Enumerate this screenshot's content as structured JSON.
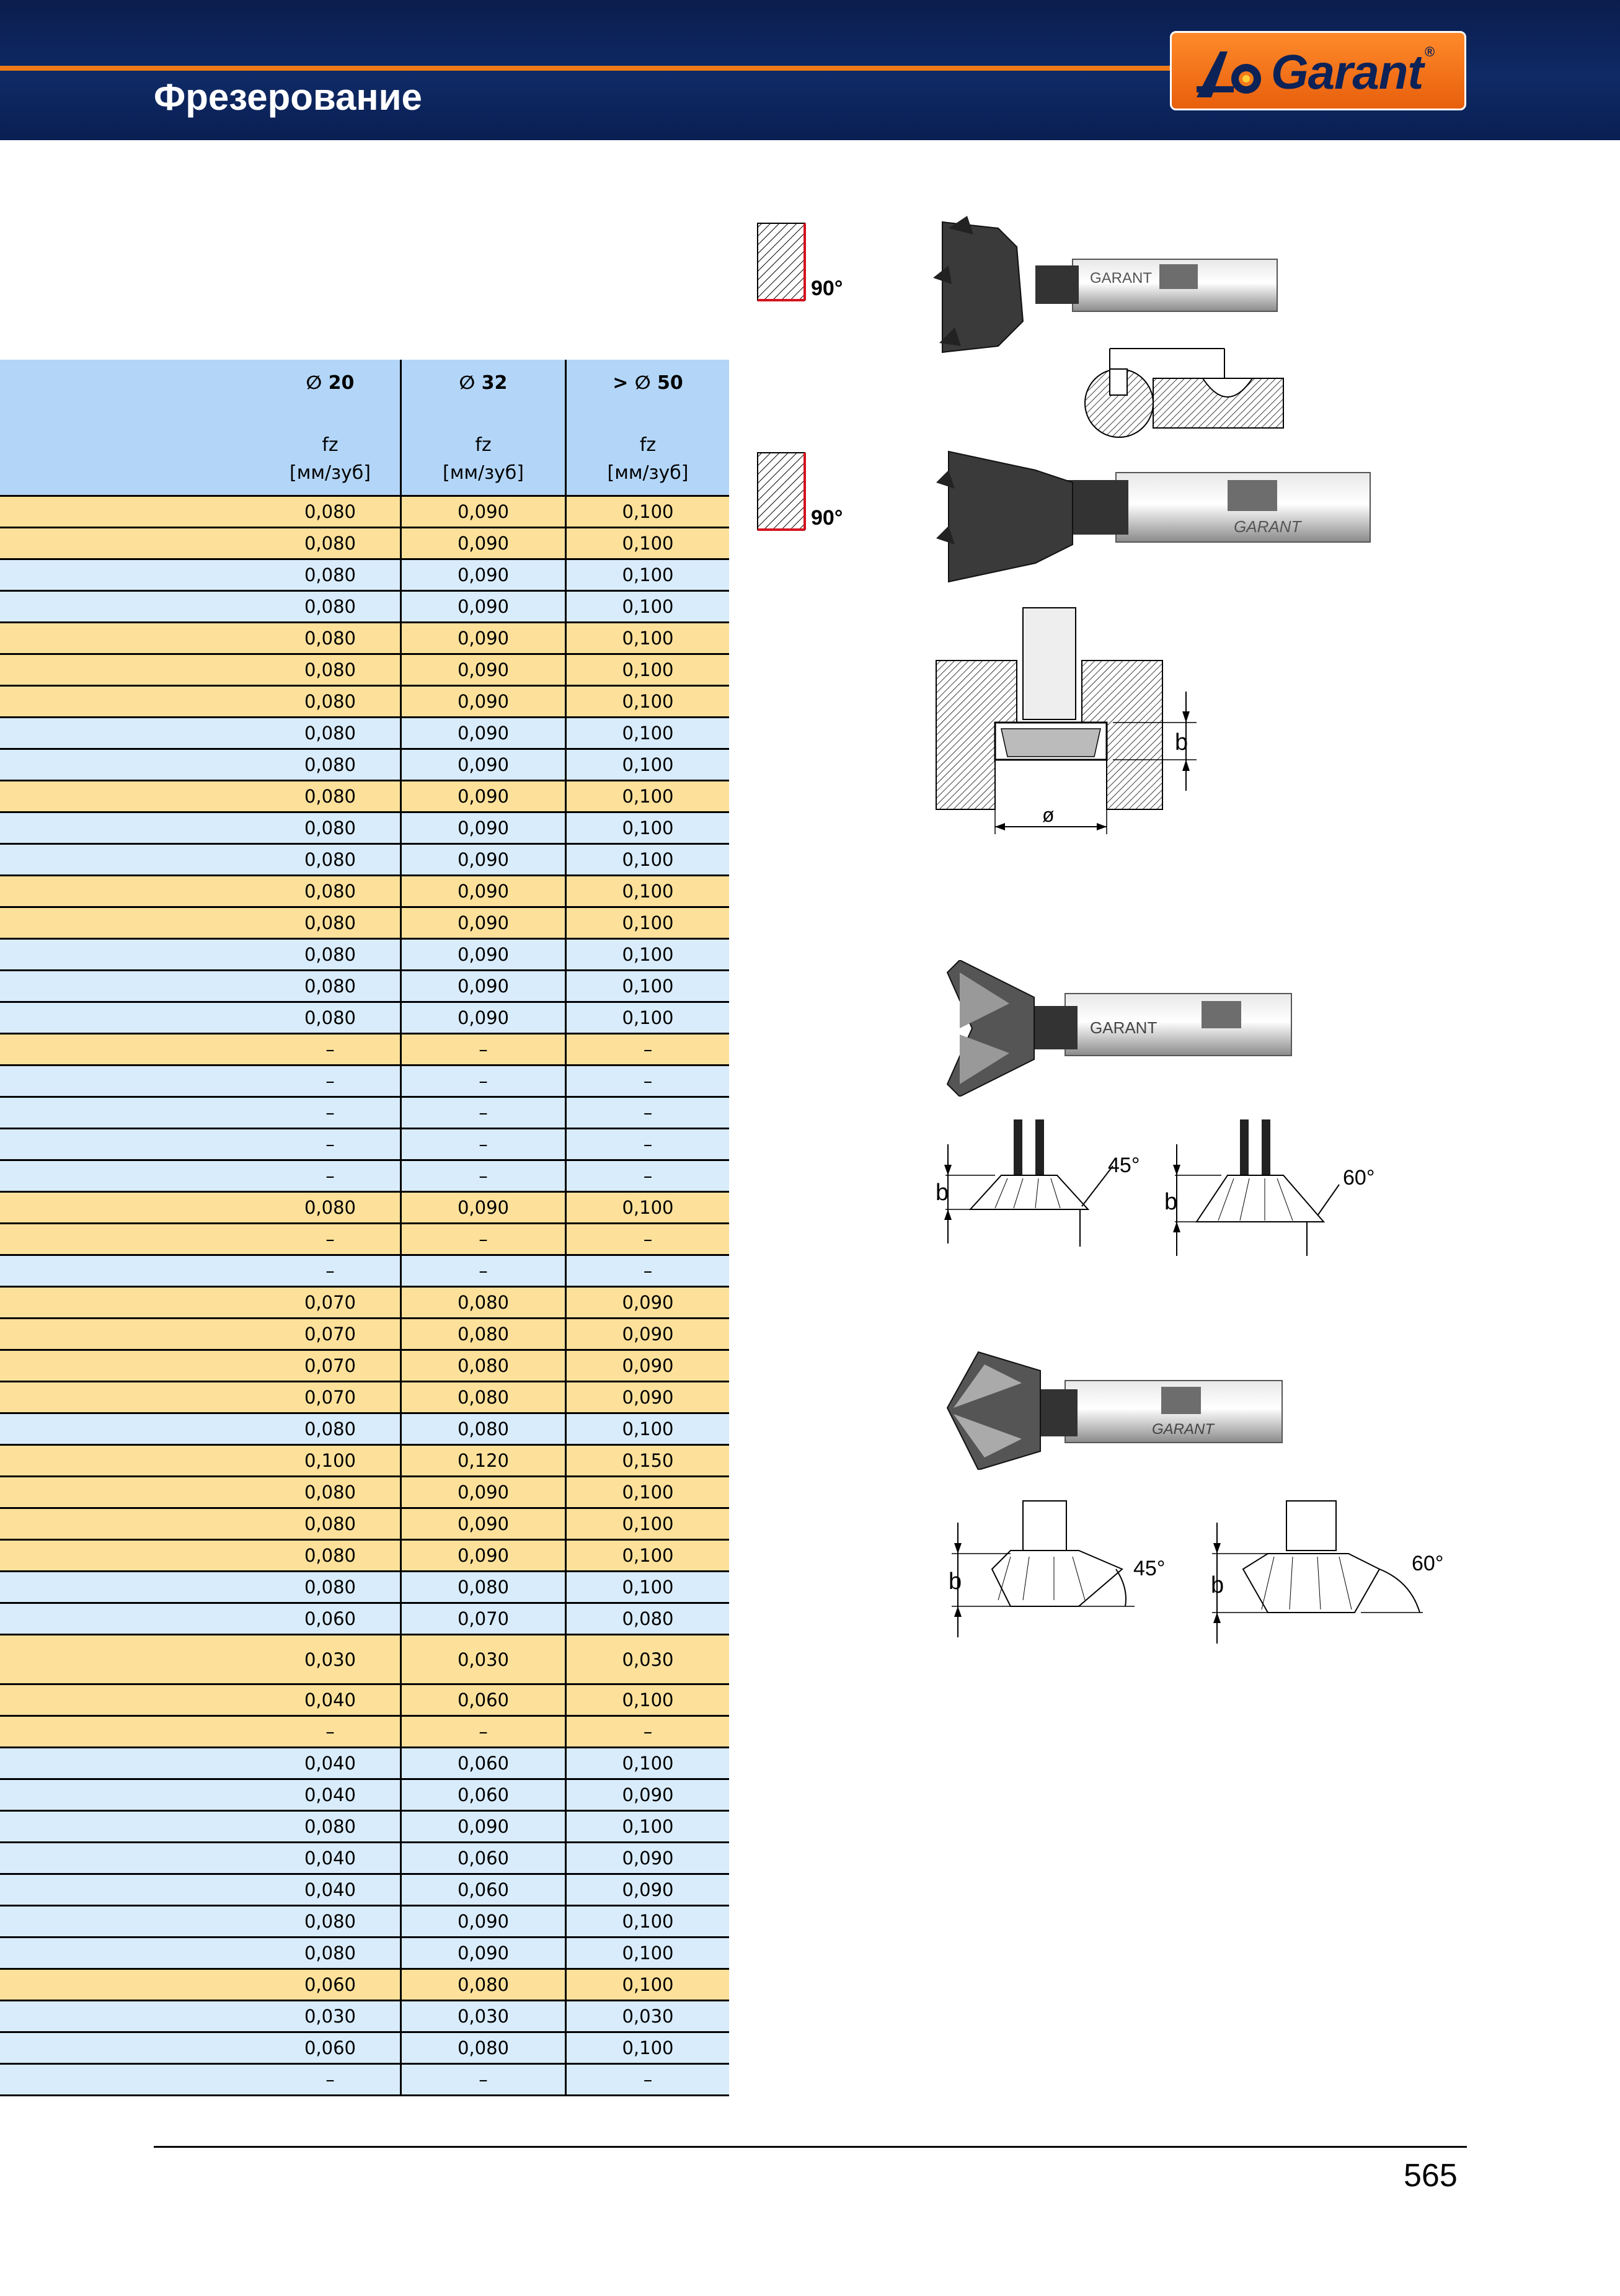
{
  "header": {
    "title": "Фрезерование",
    "brand": "Garant",
    "reg": "®"
  },
  "colors": {
    "header_bg": "#0f2a66",
    "accent": "#f07a1a",
    "row_yellow": "#fde19a",
    "row_blue": "#d9ecfc",
    "head_blue": "#b3d6f8"
  },
  "table": {
    "columns": [
      {
        "diameter": "∅ 20",
        "fz": "fz",
        "unit": "[мм/зуб]"
      },
      {
        "diameter": "∅ 32",
        "fz": "fz",
        "unit": "[мм/зуб]"
      },
      {
        "diameter": "> ∅ 50",
        "fz": "fz",
        "unit": "[мм/зуб]"
      }
    ],
    "rows": [
      {
        "c": "y",
        "v": [
          "0,080",
          "0,090",
          "0,100"
        ]
      },
      {
        "c": "y",
        "v": [
          "0,080",
          "0,090",
          "0,100"
        ]
      },
      {
        "c": "b",
        "v": [
          "0,080",
          "0,090",
          "0,100"
        ]
      },
      {
        "c": "b",
        "v": [
          "0,080",
          "0,090",
          "0,100"
        ]
      },
      {
        "c": "y",
        "v": [
          "0,080",
          "0,090",
          "0,100"
        ]
      },
      {
        "c": "y",
        "v": [
          "0,080",
          "0,090",
          "0,100"
        ]
      },
      {
        "c": "y",
        "v": [
          "0,080",
          "0,090",
          "0,100"
        ]
      },
      {
        "c": "b",
        "v": [
          "0,080",
          "0,090",
          "0,100"
        ]
      },
      {
        "c": "b",
        "v": [
          "0,080",
          "0,090",
          "0,100"
        ]
      },
      {
        "c": "y",
        "v": [
          "0,080",
          "0,090",
          "0,100"
        ]
      },
      {
        "c": "b",
        "v": [
          "0,080",
          "0,090",
          "0,100"
        ]
      },
      {
        "c": "b",
        "v": [
          "0,080",
          "0,090",
          "0,100"
        ]
      },
      {
        "c": "y",
        "v": [
          "0,080",
          "0,090",
          "0,100"
        ]
      },
      {
        "c": "y",
        "v": [
          "0,080",
          "0,090",
          "0,100"
        ]
      },
      {
        "c": "b",
        "v": [
          "0,080",
          "0,090",
          "0,100"
        ]
      },
      {
        "c": "b",
        "v": [
          "0,080",
          "0,090",
          "0,100"
        ]
      },
      {
        "c": "b",
        "v": [
          "0,080",
          "0,090",
          "0,100"
        ]
      },
      {
        "c": "y",
        "v": [
          "–",
          "–",
          "–"
        ]
      },
      {
        "c": "b",
        "v": [
          "–",
          "–",
          "–"
        ]
      },
      {
        "c": "b",
        "v": [
          "–",
          "–",
          "–"
        ]
      },
      {
        "c": "b",
        "v": [
          "–",
          "–",
          "–"
        ]
      },
      {
        "c": "b",
        "v": [
          "–",
          "–",
          "–"
        ]
      },
      {
        "c": "y",
        "v": [
          "0,080",
          "0,090",
          "0,100"
        ]
      },
      {
        "c": "y",
        "v": [
          "–",
          "–",
          "–"
        ]
      },
      {
        "c": "b",
        "v": [
          "–",
          "–",
          "–"
        ]
      },
      {
        "c": "y",
        "v": [
          "0,070",
          "0,080",
          "0,090"
        ]
      },
      {
        "c": "y",
        "v": [
          "0,070",
          "0,080",
          "0,090"
        ]
      },
      {
        "c": "y",
        "v": [
          "0,070",
          "0,080",
          "0,090"
        ]
      },
      {
        "c": "y",
        "v": [
          "0,070",
          "0,080",
          "0,090"
        ]
      },
      {
        "c": "b",
        "v": [
          "0,080",
          "0,080",
          "0,100"
        ]
      },
      {
        "c": "y",
        "v": [
          "0,100",
          "0,120",
          "0,150"
        ]
      },
      {
        "c": "y",
        "v": [
          "0,080",
          "0,090",
          "0,100"
        ]
      },
      {
        "c": "y",
        "v": [
          "0,080",
          "0,090",
          "0,100"
        ]
      },
      {
        "c": "y",
        "v": [
          "0,080",
          "0,090",
          "0,100"
        ]
      },
      {
        "c": "b",
        "v": [
          "0,080",
          "0,080",
          "0,100"
        ]
      },
      {
        "c": "b",
        "v": [
          "0,060",
          "0,070",
          "0,080"
        ]
      },
      {
        "c": "y",
        "v": [
          "0,030",
          "0,030",
          "0,030"
        ],
        "tall": true
      },
      {
        "c": "y",
        "v": [
          "0,040",
          "0,060",
          "0,100"
        ]
      },
      {
        "c": "y",
        "v": [
          "–",
          "–",
          "–"
        ]
      },
      {
        "c": "b",
        "v": [
          "0,040",
          "0,060",
          "0,100"
        ]
      },
      {
        "c": "b",
        "v": [
          "0,040",
          "0,060",
          "0,090"
        ]
      },
      {
        "c": "b",
        "v": [
          "0,080",
          "0,090",
          "0,100"
        ]
      },
      {
        "c": "b",
        "v": [
          "0,040",
          "0,060",
          "0,090"
        ]
      },
      {
        "c": "b",
        "v": [
          "0,040",
          "0,060",
          "0,090"
        ]
      },
      {
        "c": "b",
        "v": [
          "0,080",
          "0,090",
          "0,100"
        ]
      },
      {
        "c": "b",
        "v": [
          "0,080",
          "0,090",
          "0,100"
        ]
      },
      {
        "c": "y",
        "v": [
          "0,060",
          "0,080",
          "0,100"
        ]
      },
      {
        "c": "b",
        "v": [
          "0,030",
          "0,030",
          "0,030"
        ]
      },
      {
        "c": "b",
        "v": [
          "0,060",
          "0,080",
          "0,100"
        ]
      },
      {
        "c": "b",
        "v": [
          "–",
          "–",
          "–"
        ]
      }
    ]
  },
  "figures": {
    "angle_90": "90°",
    "shank_brand": "GARANT",
    "dim_b": "b",
    "dim_dia": "ø",
    "angle_45": "45°",
    "angle_60": "60°"
  },
  "footer": {
    "page_number": "565"
  }
}
